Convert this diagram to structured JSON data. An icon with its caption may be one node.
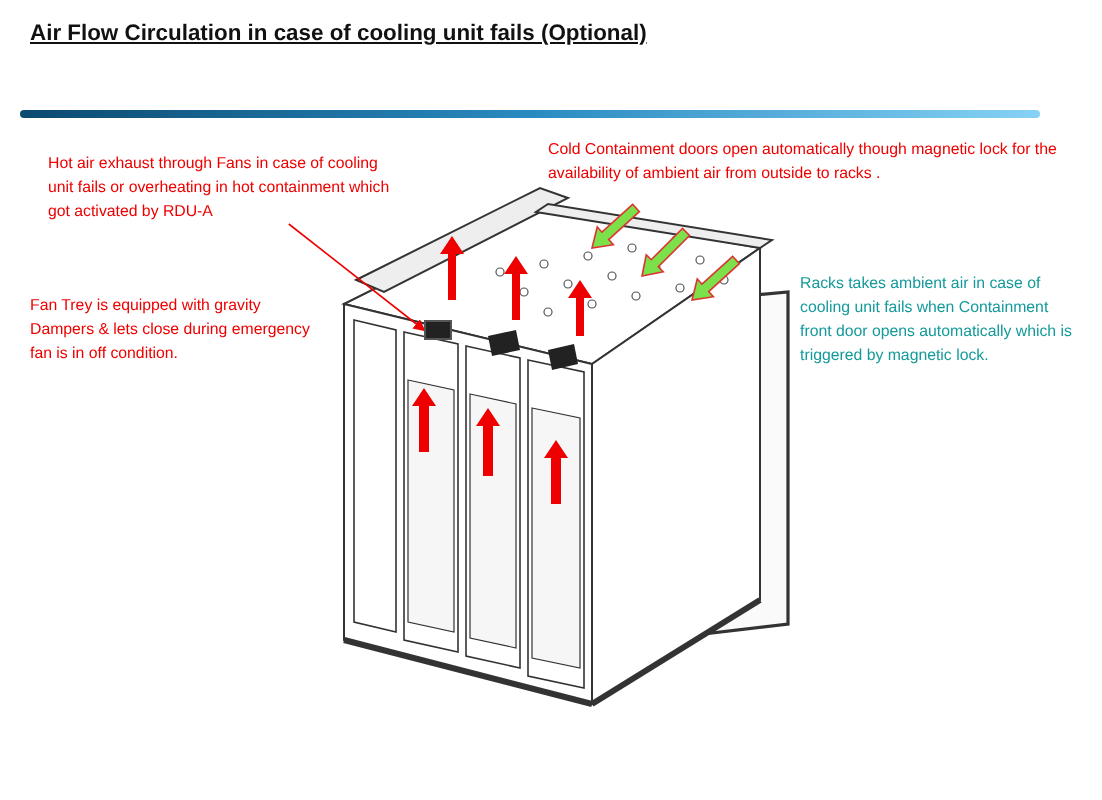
{
  "diagram": {
    "title": "Air Flow Circulation in case of cooling unit fails (Optional)",
    "nodes": [
      {
        "text": [
          "Hot air exhaust through Fans in case of cooling unit fails or overheating in hot containment which got activated by RDU-A"
        ]
      },
      {
        "text": [],
        "shape": "box"
      }
    ],
    "edges": [
      {
        "from": 0,
        "to": 1,
        "arrow": "to"
      }
    ],
    "labels": [
      "Fan Trey is equipped with gravity Dampers & lets close during emergency fan is in off condition.",
      "Cold Containment doors open automatically though magnetic lock for the availability of ambient air from outside to racks .",
      "Racks takes ambient air in case of cooling unit fails when Containment front door opens automatically which is triggered by magnetic lock."
    ]
  }
}
